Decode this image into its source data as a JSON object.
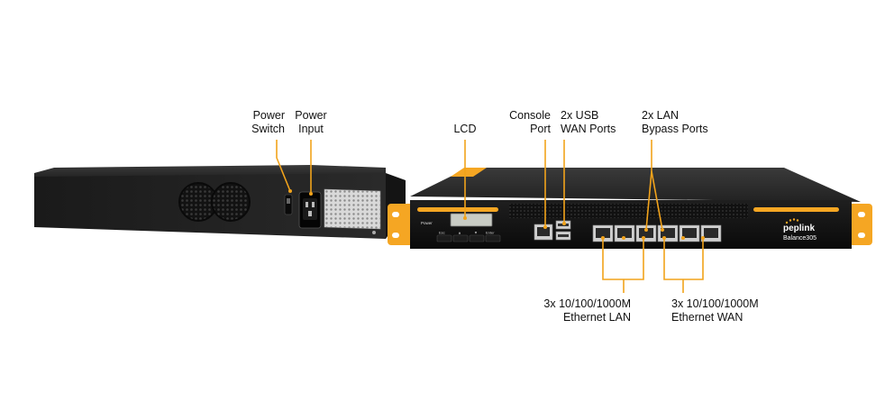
{
  "labels": {
    "power_switch": [
      "Power",
      "Switch"
    ],
    "power_input": [
      "Power",
      "Input"
    ],
    "lcd": [
      "LCD"
    ],
    "console_port": [
      "Console",
      "Port"
    ],
    "usb_wan": [
      "2x USB",
      "WAN Ports"
    ],
    "lan_bypass": [
      "2x LAN",
      "Bypass Ports"
    ],
    "ethernet_lan": [
      "3x 10/100/1000M",
      "Ethernet LAN"
    ],
    "ethernet_wan": [
      "3x 10/100/1000M",
      "Ethernet WAN"
    ]
  },
  "device": {
    "brand": "peplink",
    "model": "Balance305",
    "panel_power": "Power",
    "buttons": [
      "Esc",
      "▲",
      "▼",
      "Enter"
    ]
  },
  "colors": {
    "accent": "#f5a623",
    "leader": "#f2a31b",
    "chassis": "#1b1b1b",
    "panel": "#0d0d0d"
  }
}
